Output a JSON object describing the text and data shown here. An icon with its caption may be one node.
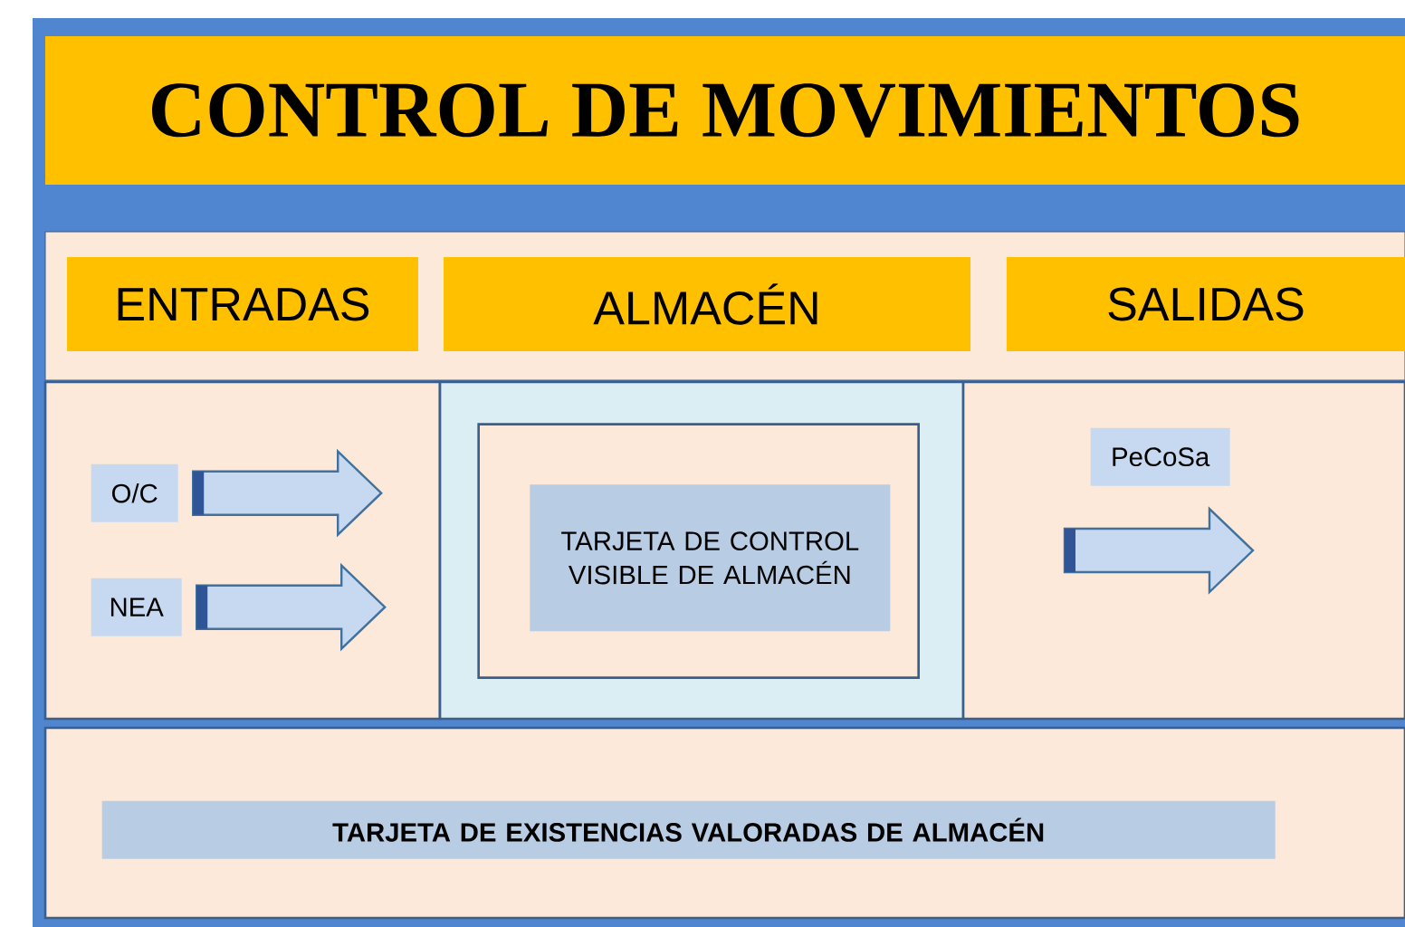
{
  "diagram": {
    "title": "CONTROL DE MOVIMIENTOS",
    "nodes": [
      {
        "text": [
          "ENTRADAS"
        ]
      },
      {
        "text": [
          "ALMACÉN"
        ]
      },
      {
        "text": [
          "SALIDAS"
        ]
      },
      {
        "text": [],
        "shape": "box"
      },
      {
        "text": [
          "O/C"
        ],
        "in": 3
      },
      {
        "text": [
          "NEA"
        ],
        "in": 3
      },
      {
        "text": [],
        "shape": "box"
      },
      {
        "text": [],
        "shape": "box",
        "in": 6
      },
      {
        "text": [
          "TARJETA DE CONTROL VISIBLE DE ALMACÉN"
        ],
        "in": 7
      },
      {
        "text": [],
        "shape": "box"
      },
      {
        "text": [
          "PeCoSa"
        ],
        "in": 9
      },
      {
        "text": [],
        "shape": "box"
      },
      {
        "text": [
          "TARJETA DE EXISTENCIAS VALORADAS DE ALMACÉN"
        ],
        "in": 11
      }
    ],
    "edges": [
      {
        "from": 4,
        "to": null,
        "arrow": "to"
      },
      {
        "from": 5,
        "to": null,
        "arrow": "to"
      }
    ]
  }
}
